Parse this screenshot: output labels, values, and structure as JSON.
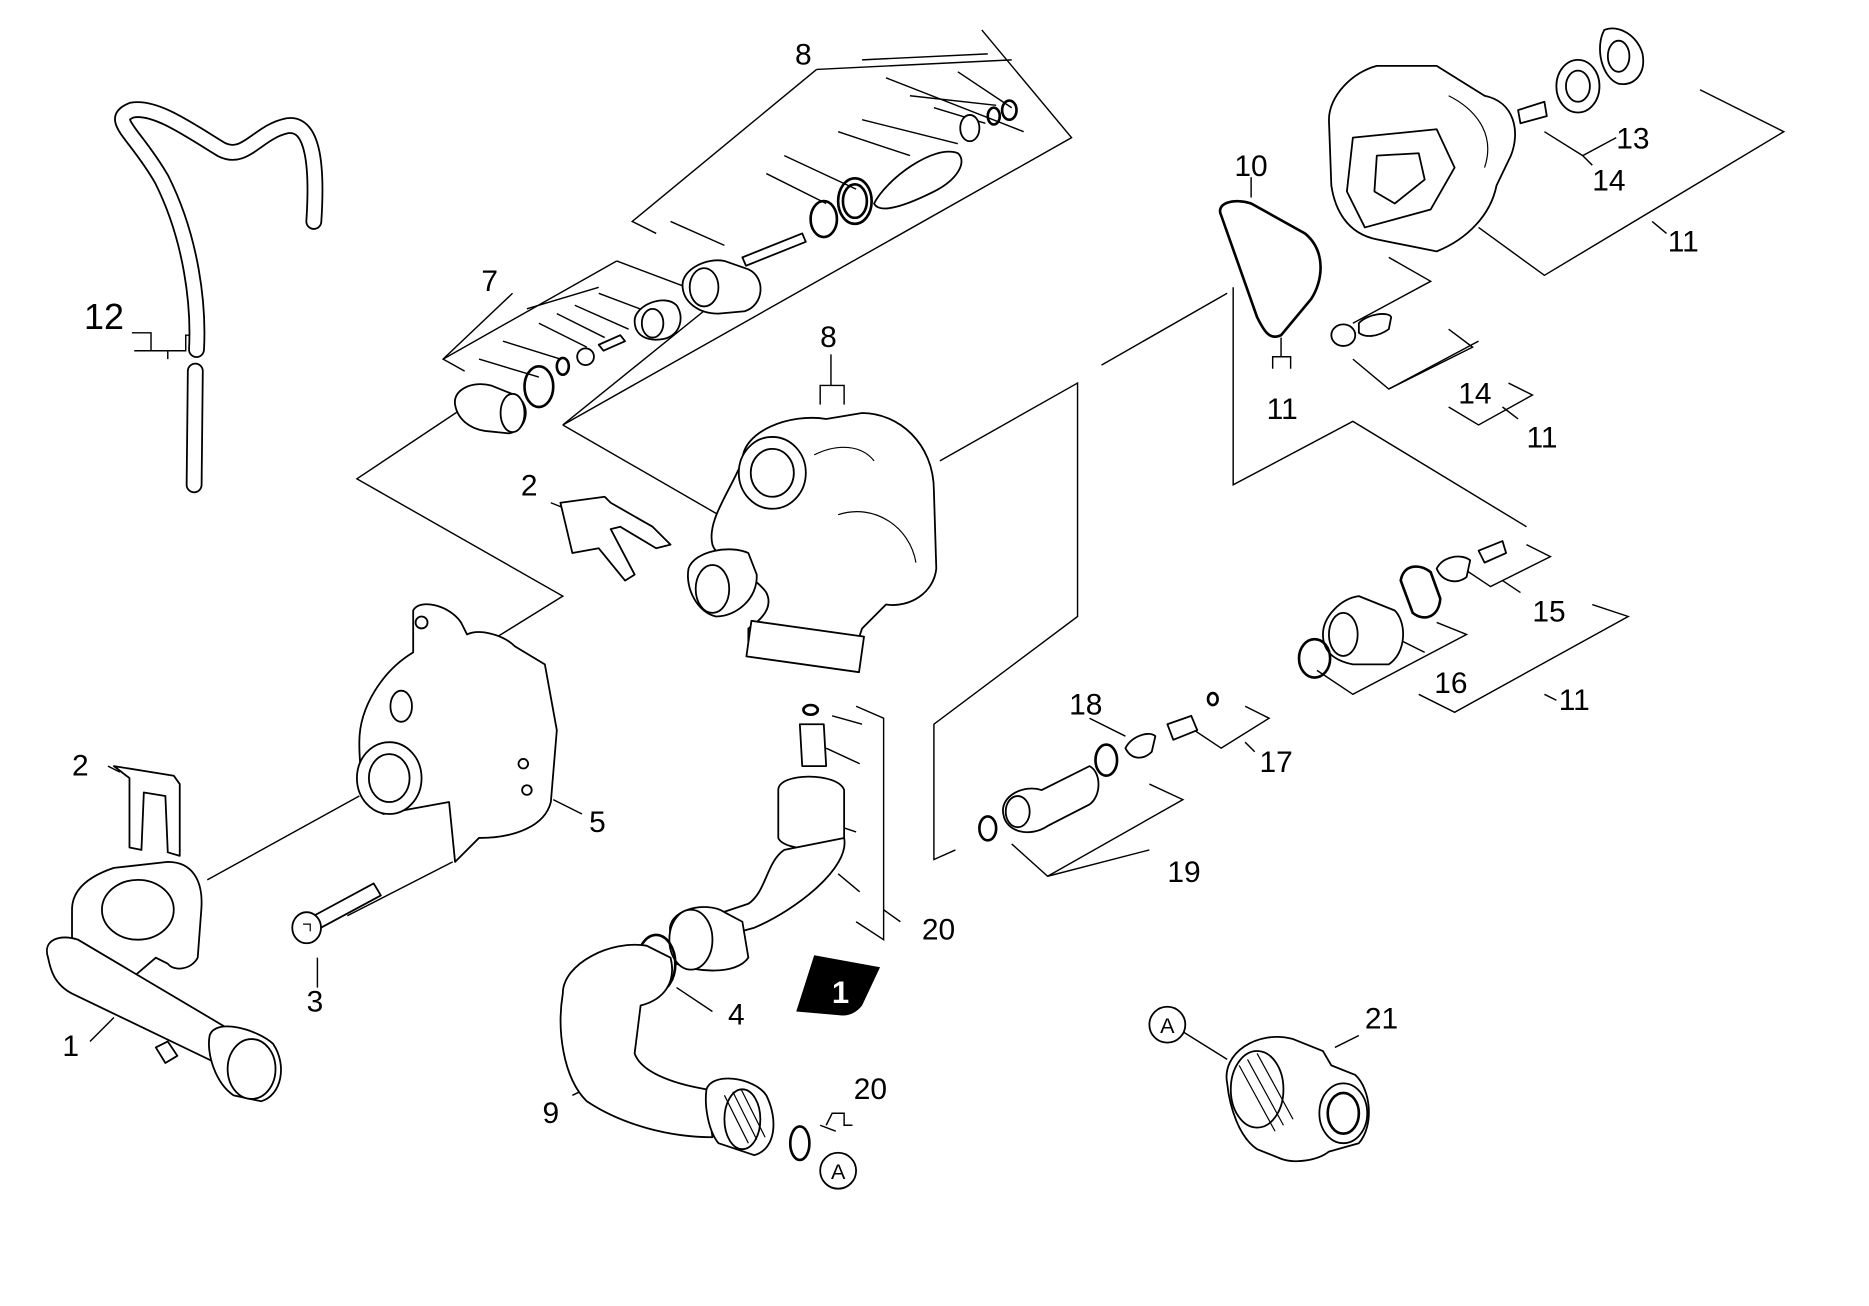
{
  "callouts": {
    "c1": "1",
    "c2a": "2",
    "c2b": "2",
    "c3": "3",
    "c4": "4",
    "c5": "5",
    "c7": "7",
    "c8a": "8",
    "c8b": "8",
    "c9": "9",
    "c10": "10",
    "c11a": "11",
    "c11b": "11",
    "c11c": "11",
    "c11d": "11",
    "c12": "12",
    "c13": "13",
    "c14a": "14",
    "c14b": "14",
    "c15": "15",
    "c16": "16",
    "c17": "17",
    "c18": "18",
    "c19": "19",
    "c20a": "20",
    "c20b": "20",
    "c21": "21"
  },
  "markers": {
    "a1": "A",
    "a2": "A"
  },
  "view_arrow": "1",
  "icons": {
    "view-arrow": "view-direction-arrow-icon",
    "connection-marker": "circled-letter-icon"
  }
}
